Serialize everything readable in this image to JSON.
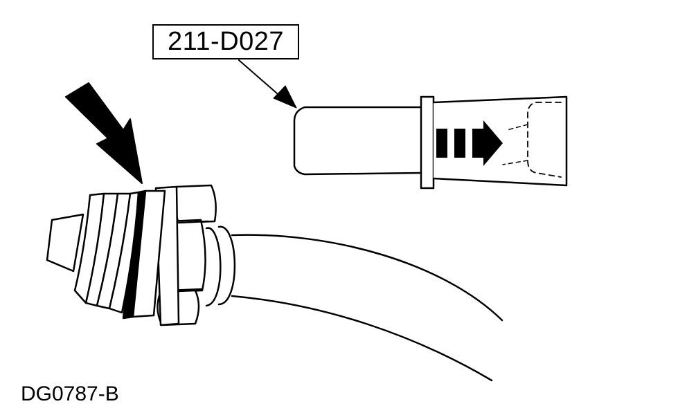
{
  "callout": {
    "tool_number": "211-D027"
  },
  "figure": {
    "id": "DG0787-B"
  },
  "colors": {
    "ink": "#000000",
    "paper": "#ffffff"
  },
  "parts": [
    {
      "name": "hose-fitting",
      "icon": "threaded-fitting-with-hex-nut"
    },
    {
      "name": "protective-cap-tool",
      "icon": "cap-with-direction-arrow"
    },
    {
      "name": "location-arrow",
      "icon": "bold-pointer-arrow"
    }
  ]
}
